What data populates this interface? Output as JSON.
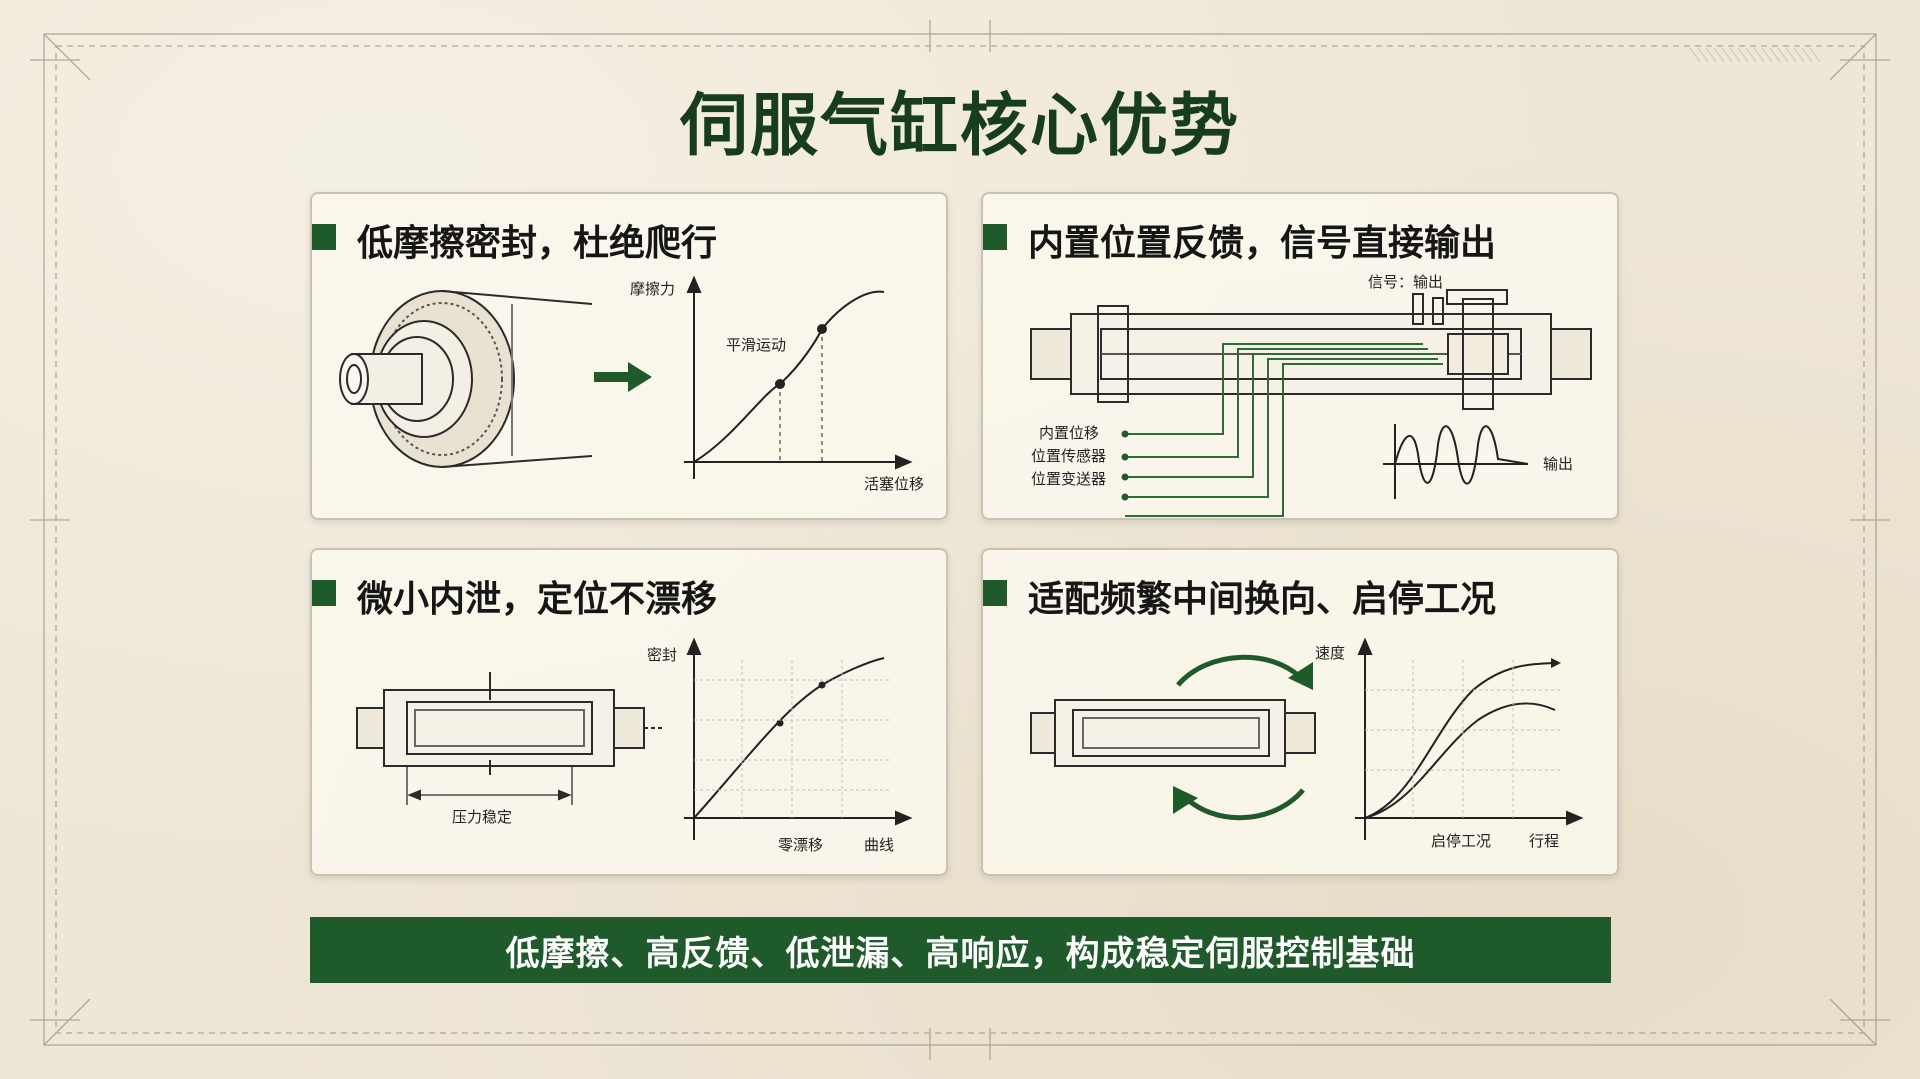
{
  "title": "伺服气缸核心优势",
  "panels": [
    {
      "title": "低摩擦密封，杜绝爬行",
      "labels": {
        "y_axis": "摩擦力",
        "curve": "平滑运动",
        "x_axis": "活塞位移"
      }
    },
    {
      "title": "内置位置反馈，信号直接输出",
      "labels": {
        "signal": "信号：输出",
        "l1": "内置位移",
        "l2": "位置传感器",
        "l3": "位置变送器",
        "output": "输出"
      }
    },
    {
      "title": "微小内泄，定位不漂移",
      "labels": {
        "y_axis": "密封",
        "dimension": "压力稳定",
        "x1": "零漂移",
        "x2": "曲线"
      }
    },
    {
      "title": "适配频繁中间换向、启停工况",
      "labels": {
        "y_axis": "速度",
        "x1": "启停工况",
        "x2": "行程"
      }
    }
  ],
  "banner": "低摩擦、高反馈、低泄漏、高响应，构成稳定伺服控制基础",
  "colors": {
    "accent": "#1f5a2a",
    "title": "#173d1f",
    "paper": "#efe7d6"
  }
}
